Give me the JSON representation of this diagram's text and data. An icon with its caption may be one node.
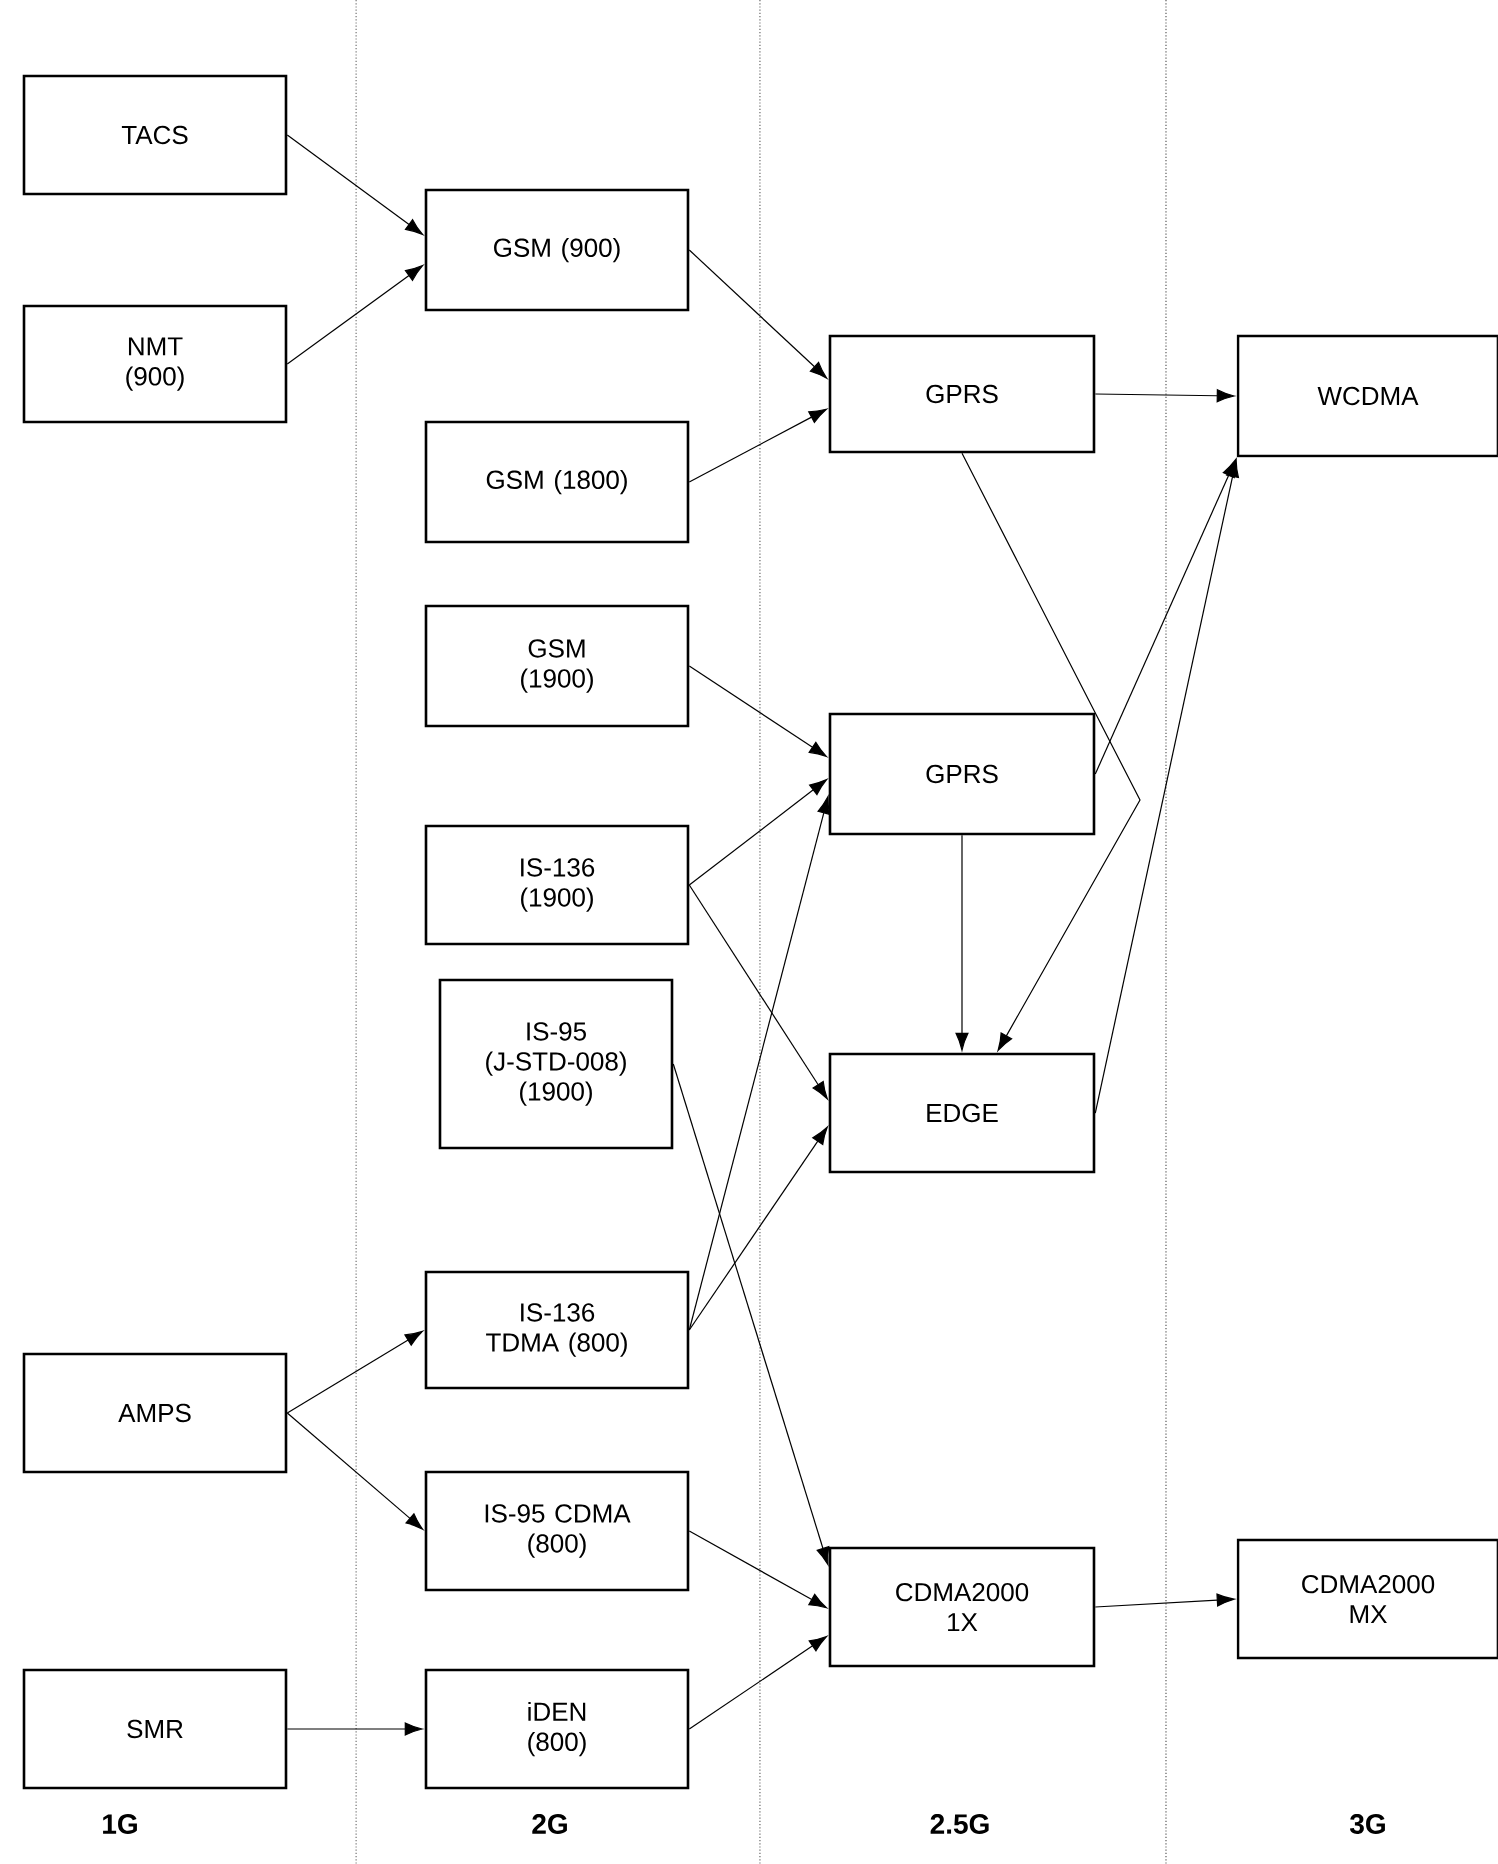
{
  "diagram": {
    "nodes": [
      {
        "text": [
          "TACS"
        ]
      },
      {
        "text": [
          "NMT (900)"
        ]
      },
      {
        "text": [
          "GSM (900)"
        ]
      },
      {
        "text": [
          "GSM (1800)"
        ]
      },
      {
        "text": [
          "GPRS"
        ]
      },
      {
        "text": [
          "WCDMA"
        ]
      },
      {
        "text": [
          "GSM (1900)"
        ]
      },
      {
        "text": [
          "GPRS"
        ]
      },
      {
        "text": [
          "IS-136 (1900)"
        ]
      },
      {
        "text": [
          "IS-95 (J-STD-008) (1900)"
        ]
      },
      {
        "text": [
          "EDGE"
        ]
      },
      {
        "text": [
          "AMPS"
        ]
      },
      {
        "text": [
          "IS-136 TDMA (800)"
        ]
      },
      {
        "text": [
          "IS-95 CDMA (800)"
        ]
      },
      {
        "text": [
          "CDMA2000 1X"
        ]
      },
      {
        "text": [
          "CDMA2000 MX"
        ]
      },
      {
        "text": [
          "SMR"
        ]
      },
      {
        "text": [
          "iDEN (800)"
        ]
      }
    ],
    "edges": [
      {
        "from": 0,
        "to": 2,
        "arrow": "to"
      },
      {
        "from": 1,
        "to": 2,
        "arrow": "to"
      },
      {
        "from": 2,
        "to": 4,
        "arrow": "to"
      },
      {
        "from": 3,
        "to": 4,
        "arrow": "to"
      },
      {
        "from": 4,
        "to": 5,
        "arrow": "to"
      },
      {
        "from": 4,
        "to": 10,
        "arrow": "to"
      },
      {
        "from": 6,
        "to": 7,
        "arrow": "to"
      },
      {
        "from": 8,
        "to": 7,
        "arrow": "to"
      },
      {
        "from": 8,
        "to": 10,
        "arrow": "to"
      },
      {
        "from": 9,
        "to": 14,
        "arrow": "to"
      },
      {
        "from": 7,
        "to": 5,
        "arrow": "to"
      },
      {
        "from": 7,
        "to": 10,
        "arrow": "to"
      },
      {
        "from": 10,
        "to": 5,
        "arrow": "to"
      },
      {
        "from": 11,
        "to": 12,
        "arrow": "to"
      },
      {
        "from": 11,
        "to": 13,
        "arrow": "to"
      },
      {
        "from": 12,
        "to": 7,
        "arrow": "to"
      },
      {
        "from": 12,
        "to": 10,
        "arrow": "to"
      },
      {
        "from": 13,
        "to": 14,
        "arrow": "to"
      },
      {
        "from": 16,
        "to": 17,
        "arrow": "to"
      },
      {
        "from": 17,
        "to": 14,
        "arrow": "to"
      },
      {
        "from": 14,
        "to": 15,
        "arrow": "to"
      }
    ],
    "labels": [
      "1G",
      "2G",
      "2.5G",
      "3G"
    ]
  }
}
